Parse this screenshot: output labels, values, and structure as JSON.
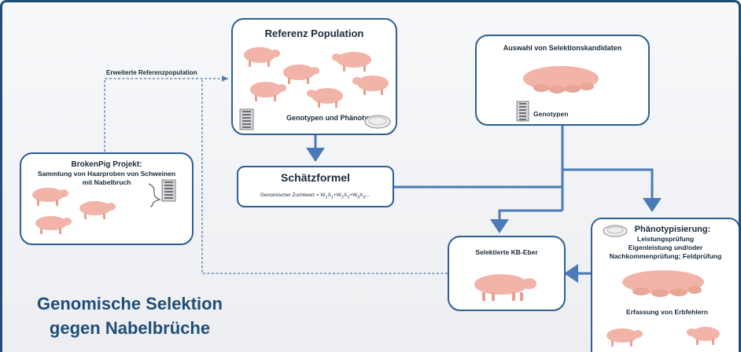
{
  "referenz": {
    "title": "Referenz Population",
    "caption": "Genotypen und Phänotypen"
  },
  "auswahl": {
    "title": "Auswahl von Selektionskandidaten",
    "caption": "Genotypen"
  },
  "schaetz": {
    "title": "Schätzformel",
    "formula_prefix": "Genomischer Zuchtwert = W",
    "formula_plus": "+W",
    "formula_tail": "…",
    "x_letter": "X",
    "sub1": "1",
    "sub2": "2",
    "sub3": "3"
  },
  "broken": {
    "title": "BrokenPig Projekt:",
    "subtitle": "Sammlung von Haarproben von Schweinen mit Nabelbruch"
  },
  "link_label": "Erweiterte Referenzpopulation",
  "selektierte": {
    "title": "Selektierte  KB-Eber"
  },
  "phaeno": {
    "title": "Phänotypisierung:",
    "line1": "Leistungsprüfung",
    "line2": "Eigenleistung und/oder",
    "line3": "Nachkommenprüfung; Feldprüfung",
    "caption": "Erfassung von Erbfehlern"
  },
  "main_title": {
    "line1": "Genomische Selektion",
    "line2": "gegen Nabelbrüche"
  },
  "colors": {
    "arrow_blue": "#4a7ab8",
    "border_blue": "#2e5f95",
    "title_blue": "#1f4e79",
    "pig_pink": "#f2b4a8"
  },
  "icons": {
    "pig": "pig-icon",
    "dna": "dna-icon",
    "sow": "sow-with-piglets-icon",
    "boar": "boar-icon",
    "petri": "petri-dish-icon"
  }
}
